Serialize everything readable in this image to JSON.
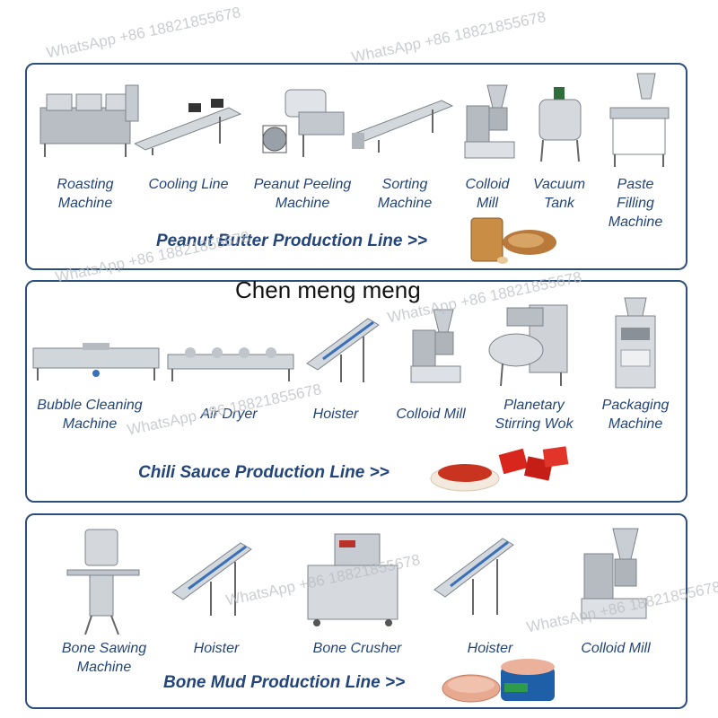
{
  "watermark_text": "WhatsApp +86 18821855678",
  "overlay_text": "Chen meng meng",
  "lines": [
    {
      "title": "Peanut Butter Production Line >>",
      "machines": [
        "Roasting\nMachine",
        "Cooling Line",
        "Peanut Peeling\nMachine",
        "Sorting\nMachine",
        "Colloid\nMill",
        "Vacuum\nTank",
        "Paste\nFilling\nMachine"
      ]
    },
    {
      "title": "Chili Sauce Production Line >>",
      "machines": [
        "Bubble Cleaning\nMachine",
        "Air Dryer",
        "Hoister",
        "Colloid Mill",
        "Planetary\nStirring Wok",
        "Packaging\nMachine"
      ]
    },
    {
      "title": "Bone Mud Production Line >>",
      "machines": [
        "Bone Sawing\nMachine",
        "Hoister",
        "Bone Crusher",
        "Hoister",
        "Colloid Mill"
      ]
    }
  ],
  "colors": {
    "accent": "#23457a",
    "border": "#2c4f7c",
    "steel": "#c9ced4"
  }
}
